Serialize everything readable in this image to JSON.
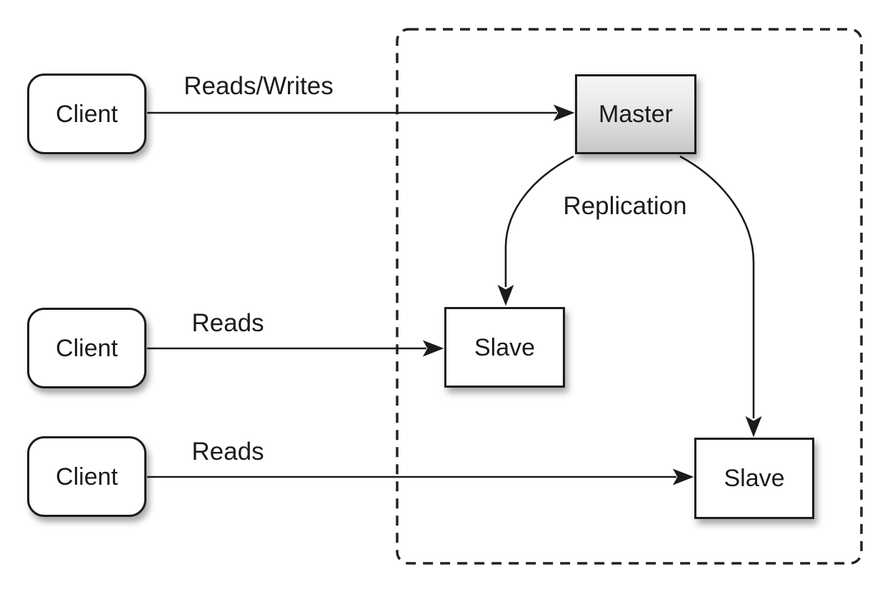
{
  "diagram": {
    "title_hint": "Master-slave database replication topology",
    "nodes": {
      "clients": [
        {
          "label": "Client"
        },
        {
          "label": "Client"
        },
        {
          "label": "Client"
        }
      ],
      "master": {
        "label": "Master"
      },
      "slaves": [
        {
          "label": "Slave"
        },
        {
          "label": "Slave"
        }
      ]
    },
    "edges": {
      "client_to_master": {
        "label": "Reads/Writes"
      },
      "client_to_slave1": {
        "label": "Reads"
      },
      "client_to_slave2": {
        "label": "Reads"
      },
      "master_to_slaves": {
        "label": "Replication"
      }
    },
    "colors": {
      "background": "#ffffff",
      "node_fill": "#ffffff",
      "master_fill_top": "#f6f6f6",
      "master_fill_bottom": "#c7c7c7",
      "stroke": "#1b1b1b",
      "text": "#1b1b1b",
      "boundary_stroke": "#222222"
    }
  }
}
